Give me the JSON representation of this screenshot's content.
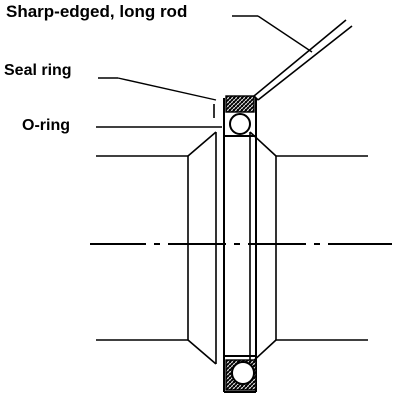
{
  "diagram": {
    "labels": {
      "rod": "Sharp-edged, long rod",
      "seal_ring": "Seal ring",
      "o_ring": "O-ring"
    }
  }
}
